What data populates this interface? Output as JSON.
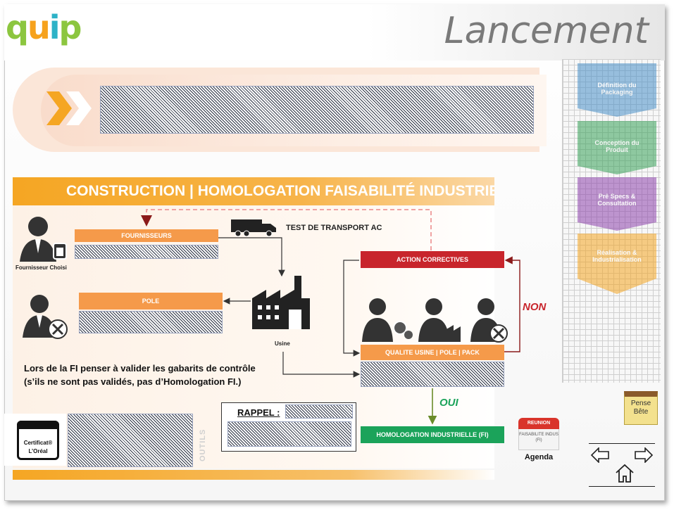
{
  "header": {
    "logo_parts": [
      "q",
      "u",
      "i",
      "p"
    ],
    "title": "Lancement"
  },
  "section": {
    "title": "CONSTRUCTION | HOMOLOGATION FAISABILITÉ INDUSTRIELLE"
  },
  "flow": {
    "fournisseurs": "FOURNISSEURS",
    "pole": "POLE",
    "action_correctives": "ACTION CORRECTIVES",
    "qualite": "QUALITE USINE | POLE | PACK",
    "homologation": "HOMOLOGATION INDUSTRIELLE (FI)",
    "test_transport": "TEST DE TRANSPORT AC",
    "usine": "Usine",
    "fournisseur_choisi": "Fournisseur Choisi",
    "non": "NON",
    "oui": "OUI"
  },
  "note": "Lors de la FI penser à valider les gabarits de contrôle (s’ils ne sont pas validés, pas d’Homologation FI.)",
  "rappel_label": "RAPPEL :",
  "outils_label": "OUTILS",
  "certificat": {
    "line1": "Certificat®",
    "line2": "L’Oréal"
  },
  "agenda": {
    "header": "REUNION",
    "body": "FAISABILITE INDUS (FI)",
    "caption": "Agenda"
  },
  "pense_bete": {
    "line1": "Pense",
    "line2": "Bête"
  },
  "side_nav": {
    "items": [
      {
        "label": "Définition du Packaging",
        "color": "#4a90c8"
      },
      {
        "label": "Conception du Produit",
        "color": "#3aa35a"
      },
      {
        "label": "Prê Specs & Consultation",
        "color": "#8e44ad"
      },
      {
        "label": "Réalisation & Industrialisation",
        "color": "#f5a623"
      }
    ]
  },
  "colors": {
    "orange": "#f5a623",
    "red": "#c8252c",
    "green": "#1ba35a",
    "non": "#c8252c",
    "oui": "#1ba35a"
  }
}
